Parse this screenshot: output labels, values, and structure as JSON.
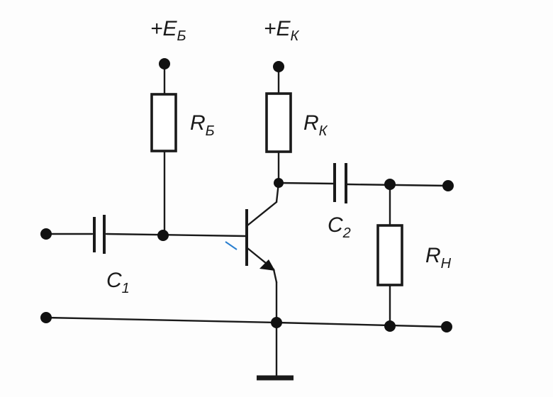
{
  "labels": {
    "supply_base": {
      "main": "+E",
      "sub": "Б"
    },
    "supply_collector": {
      "main": "+E",
      "sub": "К"
    },
    "r_base": {
      "main": "R",
      "sub": "Б"
    },
    "r_collector": {
      "main": "R",
      "sub": "К"
    },
    "r_load": {
      "main": "R",
      "sub": "Н"
    },
    "c1": {
      "main": "C",
      "sub": "1"
    },
    "c2": {
      "main": "C",
      "sub": "2"
    }
  },
  "colors": {
    "ink": "#1a1a1a",
    "accent": "#2a7fd0"
  }
}
